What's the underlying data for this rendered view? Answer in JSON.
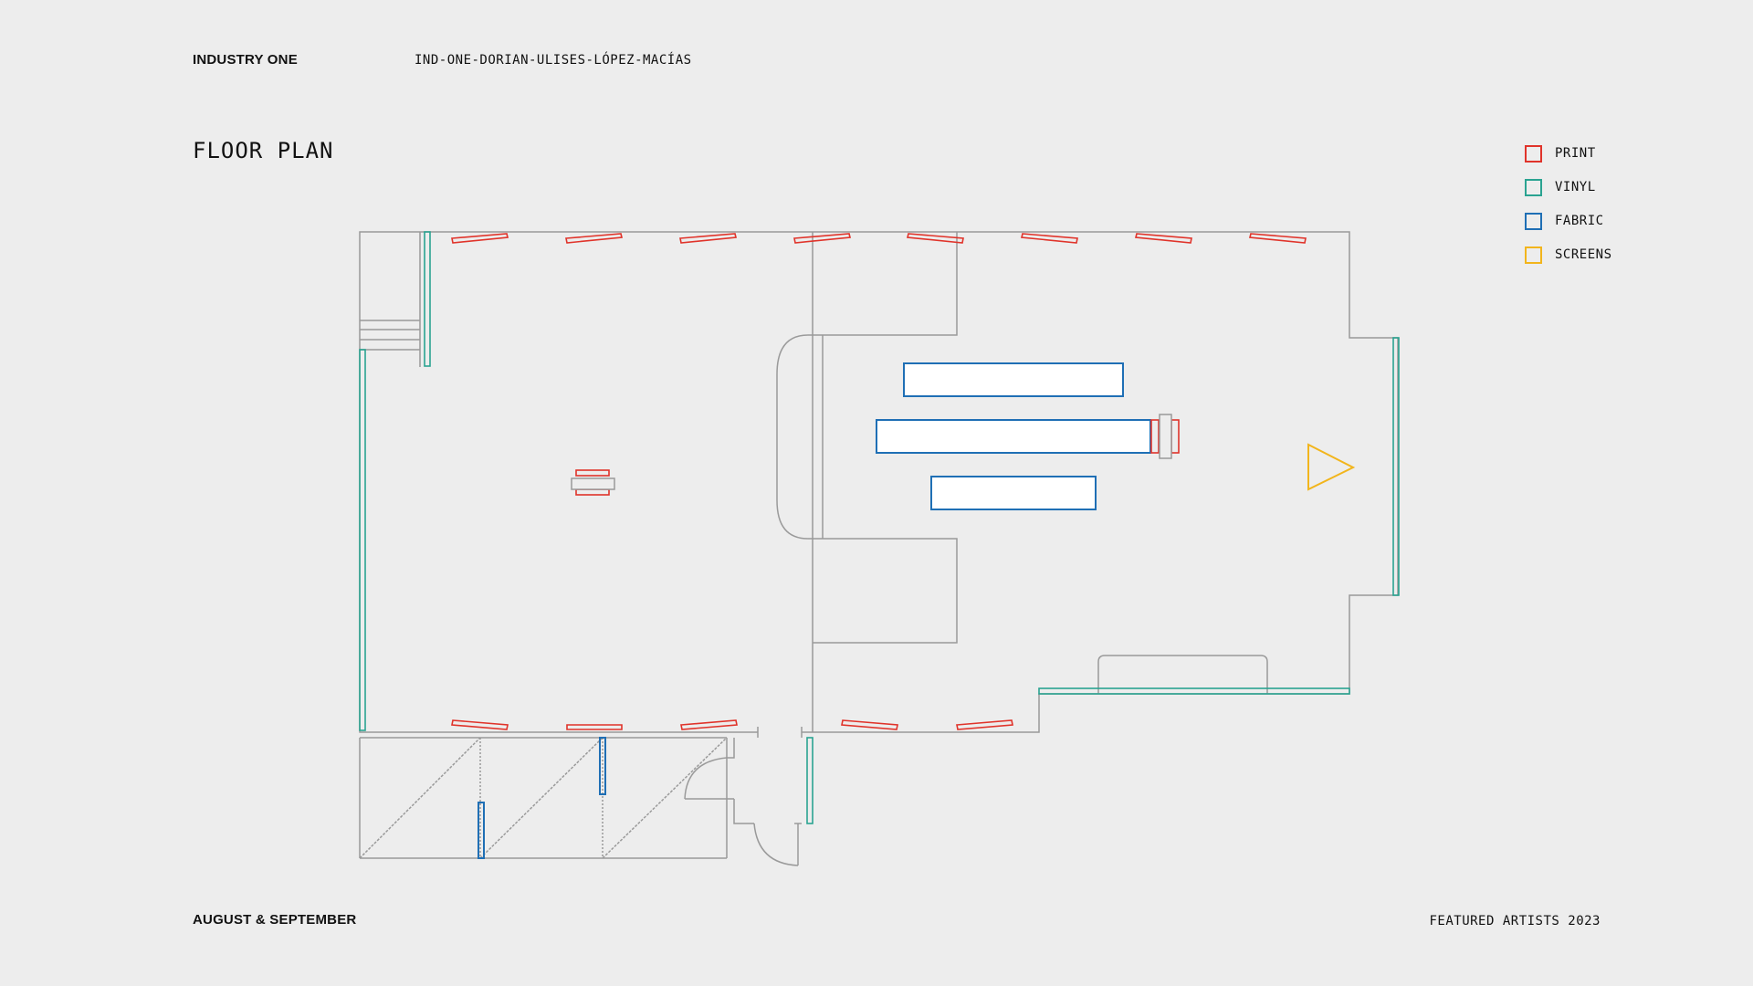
{
  "header": {
    "brand": "INDUSTRY ONE",
    "slug": "IND-ONE-DORIAN-ULISES-LÓPEZ-MACÍAS"
  },
  "page": {
    "title": "FLOOR PLAN"
  },
  "legend": [
    {
      "label": "PRINT",
      "color": "#e0332a"
    },
    {
      "label": "VINYL",
      "color": "#2aa391"
    },
    {
      "label": "FABRIC",
      "color": "#1f6fb5"
    },
    {
      "label": "SCREENS",
      "color": "#f2b51c"
    }
  ],
  "footer": {
    "dates": "AUGUST & SEPTEMBER",
    "featured": "FEATURED ARTISTS 2023"
  },
  "colors": {
    "background": "#ededed",
    "wall": "#9a9a9a",
    "text": "#111111"
  }
}
